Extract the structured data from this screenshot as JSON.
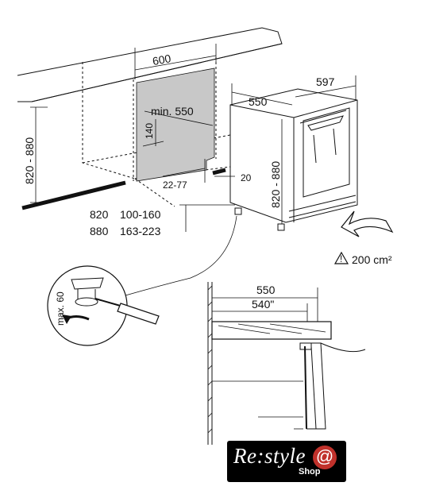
{
  "top_diagram": {
    "width_niche": "600",
    "width_appliance": "597",
    "depth_appliance": "550",
    "min_depth": "min. 550",
    "gap_140": "140",
    "height_range_left": "820 - 880",
    "height_range_right": "820 - 880",
    "plinth_range": "22-77",
    "gap_20": "20",
    "table_row1": [
      "820",
      "100-160"
    ],
    "table_row2": [
      "880",
      "163-223"
    ],
    "ventilation": "200 cm²"
  },
  "detail_adjust": {
    "max_label": "max. 60"
  },
  "section": {
    "dim_outer": "550",
    "dim_inner": "540\""
  },
  "logo": {
    "brand": "Re:style",
    "sub": "Shop",
    "symbol": "@"
  },
  "icons": [
    "warning-icon",
    "airflow-arrow-icon",
    "screwdriver-icon",
    "rotate-arrow-icon"
  ]
}
